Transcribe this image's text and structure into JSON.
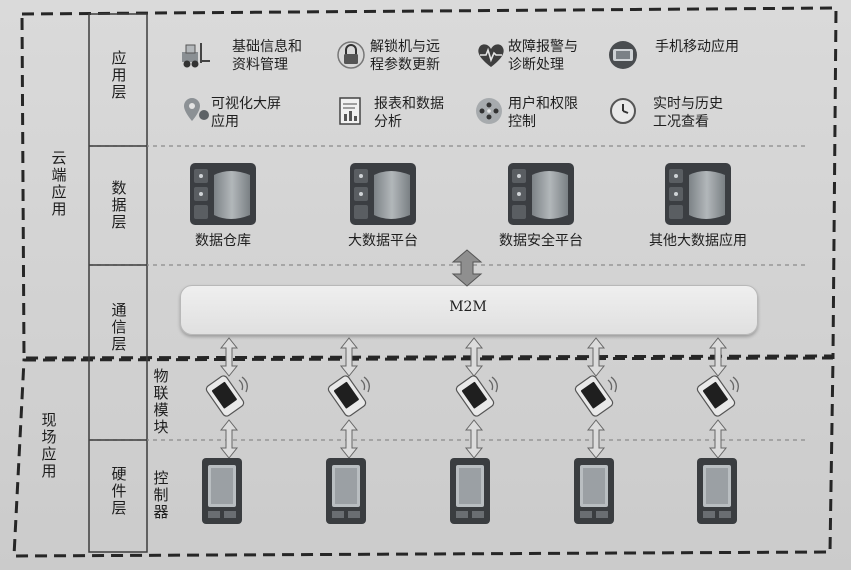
{
  "regions": {
    "cloud": "云端应用",
    "field": "现场应用"
  },
  "layers": {
    "application": "应用层",
    "data": "数据层",
    "communication": "通信层",
    "iot_module": "物联模块",
    "hardware": "硬件层",
    "controller": "控制器"
  },
  "apps": [
    {
      "label": "基础信息和\n资料管理",
      "icon": "forklift-truck-icon"
    },
    {
      "label": "解锁机与远\n程参数更新",
      "icon": "lock-icon"
    },
    {
      "label": "故障报警与\n诊断处理",
      "icon": "heart-pulse-icon"
    },
    {
      "label": "手机移动应用",
      "icon": "mobile-phone-icon"
    },
    {
      "label": "可视化大屏\n应用",
      "icon": "location-pin-icon"
    },
    {
      "label": "报表和数据\n分析",
      "icon": "report-chart-icon"
    },
    {
      "label": "用户和权限\n控制",
      "icon": "users-network-icon"
    },
    {
      "label": "实时与历史\n工况查看",
      "icon": "clock-icon"
    }
  ],
  "data_platforms": [
    {
      "label": "数据仓库",
      "icon": "database-server-icon"
    },
    {
      "label": "大数据平台",
      "icon": "database-server-icon"
    },
    {
      "label": "数据安全平台",
      "icon": "database-server-icon"
    },
    {
      "label": "其他大数据应用",
      "icon": "database-server-icon"
    }
  ],
  "m2m": "M2M",
  "colors": {
    "border": "#2a2a2a",
    "divider": "#8a8a8a",
    "arrow_fill": "#9a9a9a",
    "server_dark": "#3a3d41",
    "server_light": "#9aa0a4"
  }
}
